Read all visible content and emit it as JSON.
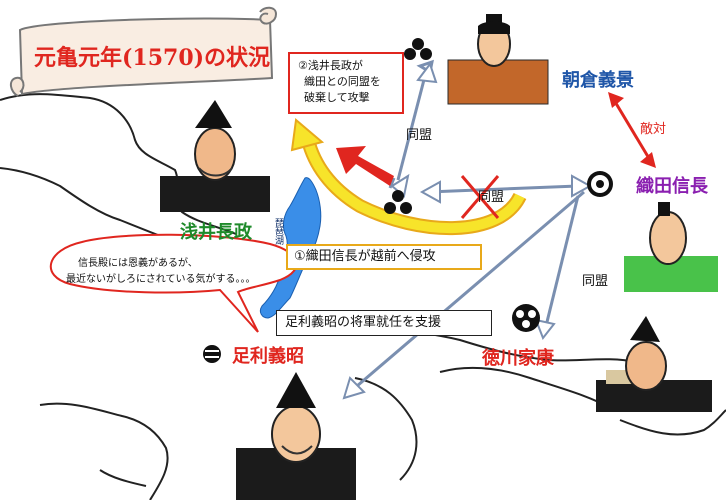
{
  "title": "元亀元年(1570)の状況",
  "people": {
    "asakura": "朝倉義景",
    "oda": "織田信長",
    "azai": "浅井長政",
    "ashikaga": "足利義昭",
    "tokugawa": "徳川家康"
  },
  "relations": {
    "alliance_top": "同盟",
    "alliance_middle": "同盟",
    "alliance_right": "同盟",
    "hostile": "敵対"
  },
  "lake_label": "琵琶湖",
  "boxes": {
    "betrayal_line1": "②浅井長政が",
    "betrayal_line2": "織田との同盟を",
    "betrayal_line3": "破棄して攻撃",
    "invasion": "①織田信長が越前へ侵攻",
    "support": "足利義昭の将軍就任を支援"
  },
  "speech": {
    "line1": "信長殿には恩義があるが、",
    "line2": "最近ないがしろにされている気がする。。。"
  },
  "colors": {
    "asakura": "#1f56a8",
    "oda": "#8a1fb0",
    "azai": "#1e8a2a",
    "ashikaga": "#e0261f",
    "tokugawa": "#e0261f",
    "alert_red": "#e0261f",
    "invade_yellow": "#e8c81a",
    "invade_border": "#e8a91a"
  }
}
